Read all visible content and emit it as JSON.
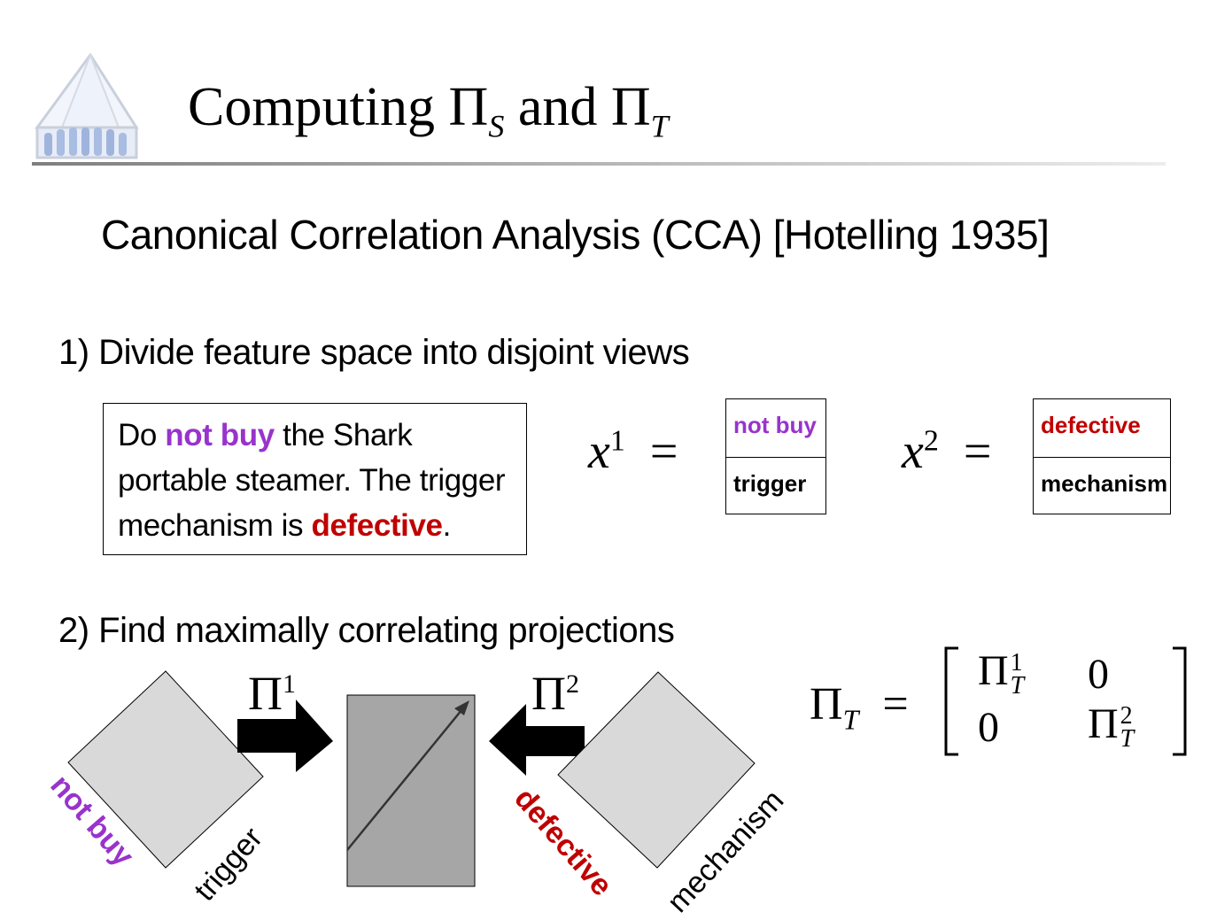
{
  "slide": {
    "title": {
      "prefix": "Computing",
      "pi_symbol": "Π",
      "sub_s": "S",
      "conjunction": "and",
      "sub_t": "T"
    },
    "heading": "Canonical Correlation Analysis  (CCA) [Hotelling 1935]",
    "step1": "1) Divide feature space into disjoint views",
    "step2": "2) Find maximally correlating projections",
    "example": {
      "line1_pre": "Do ",
      "line1_hl": "not buy",
      "line1_post": " the Shark",
      "line2": "portable steamer.  The trigger",
      "line3_pre": "mechanism is ",
      "line3_hl": "defective",
      "line3_post": "."
    },
    "view1": {
      "var": "x",
      "sup": "1",
      "equals": "=",
      "feature_top": "not buy",
      "feature_bottom": "trigger"
    },
    "view2": {
      "var": "x",
      "sup": "2",
      "equals": "=",
      "feature_top": "defective",
      "feature_bottom": "mechanism"
    },
    "projection": {
      "pi1": {
        "symbol": "Π",
        "sup": "1"
      },
      "pi2": {
        "symbol": "Π",
        "sup": "2"
      },
      "left_labels": {
        "purple": "not buy",
        "black": "trigger"
      },
      "right_labels": {
        "red": "defective",
        "black": "mechanism"
      }
    },
    "matrix": {
      "lhs_symbol": "Π",
      "lhs_sub": "T",
      "equals": "=",
      "a11_symbol": "Π",
      "a11_sup": "1",
      "a11_sub": "T",
      "a12": "0",
      "a21": "0",
      "a22_symbol": "Π",
      "a22_sup": "2",
      "a22_sub": "T"
    }
  },
  "colors": {
    "purple": "#9933cc",
    "red": "#c00000",
    "panel_gray": "#d9d9d9",
    "center_gray": "#a6a6a6",
    "logo_blue": "#9fb4dd"
  }
}
